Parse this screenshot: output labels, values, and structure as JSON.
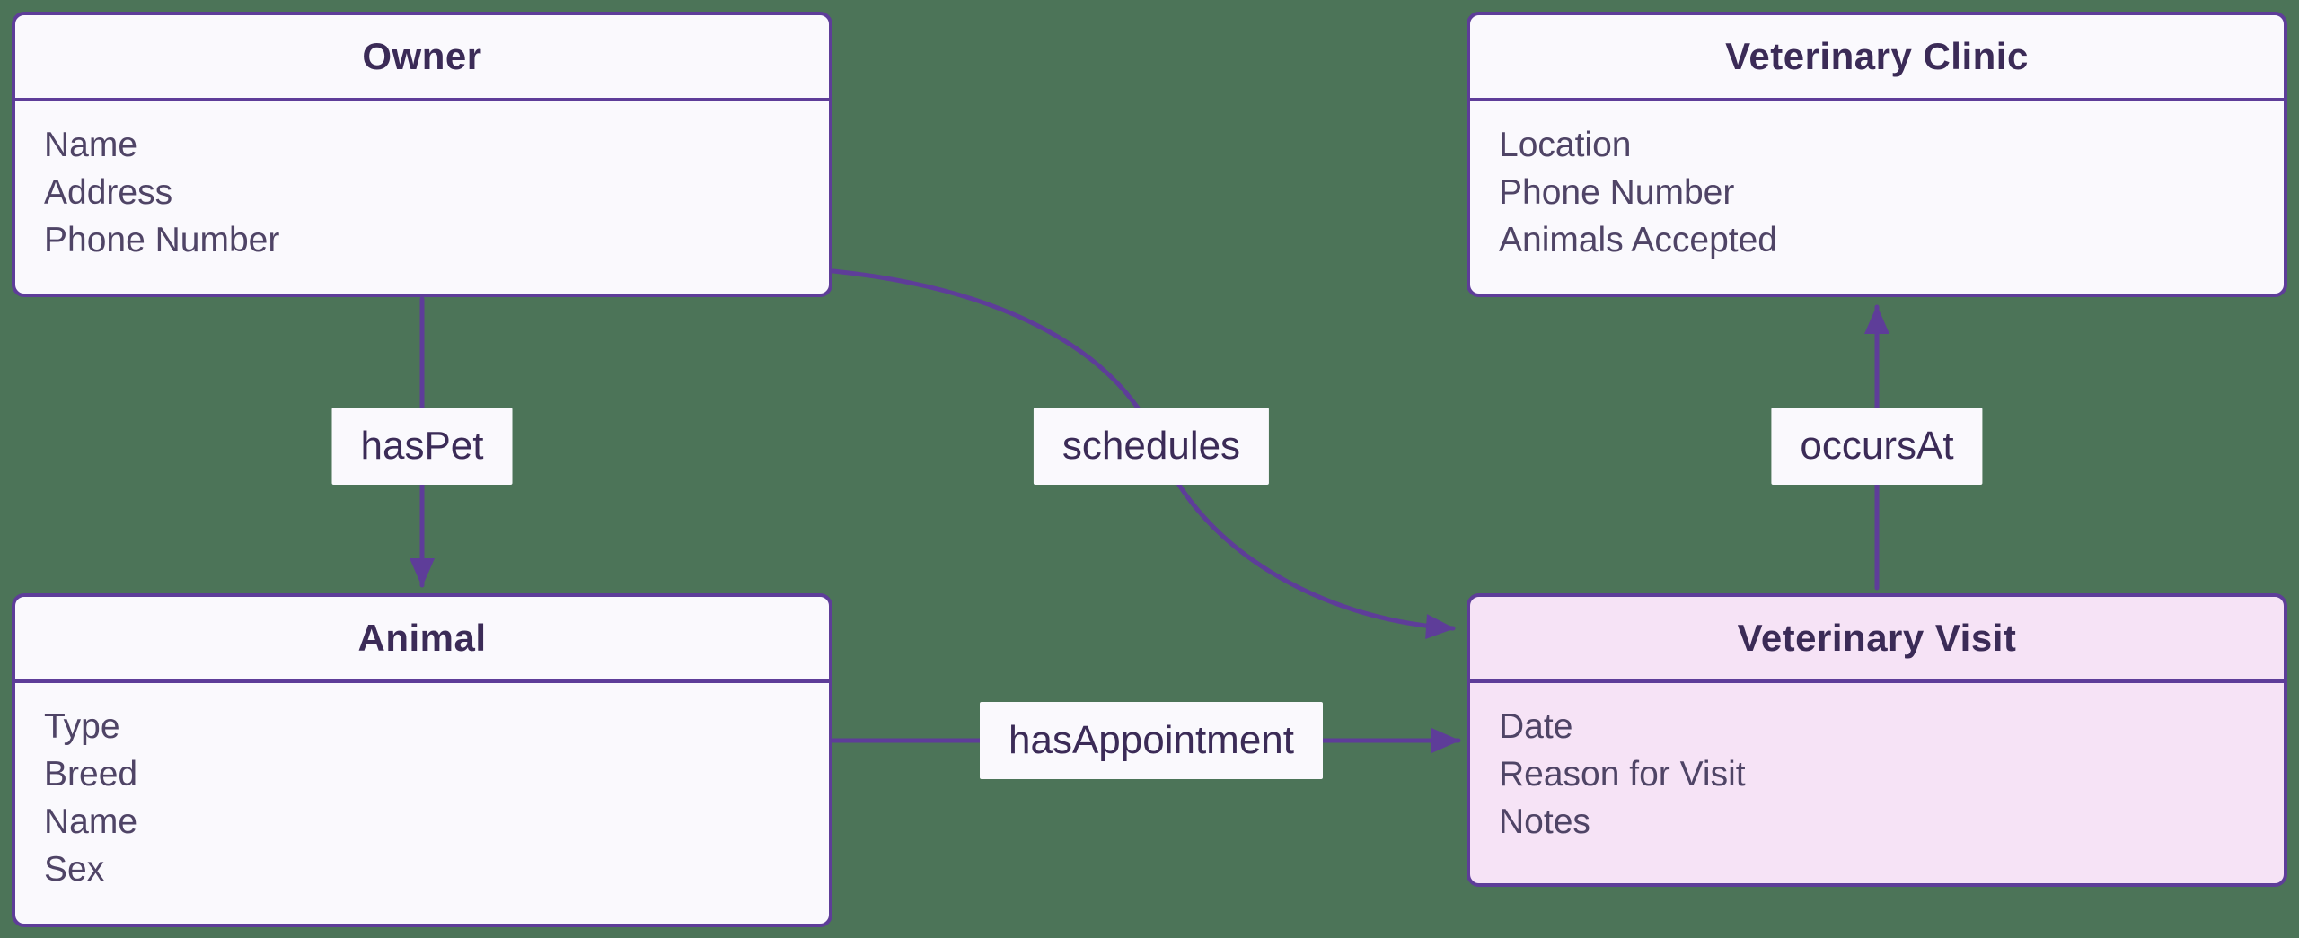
{
  "diagram": {
    "type": "entity-relationship",
    "colors": {
      "background": "#4c7458",
      "accent": "#5e3d99",
      "node_fill": "#faf9fd",
      "highlight_fill": "#f6e3f6",
      "title_text": "#3b2b57",
      "attribute_text": "#4f4466"
    },
    "entities": [
      {
        "id": "owner",
        "title": "Owner",
        "attributes": [
          "Name",
          "Address",
          "Phone Number"
        ]
      },
      {
        "id": "clinic",
        "title": "Veterinary Clinic",
        "attributes": [
          "Location",
          "Phone Number",
          "Animals Accepted"
        ]
      },
      {
        "id": "animal",
        "title": "Animal",
        "attributes": [
          "Type",
          "Breed",
          "Name",
          "Sex"
        ]
      },
      {
        "id": "visit",
        "title": "Veterinary Visit",
        "attributes": [
          "Date",
          "Reason for Visit",
          "Notes"
        ],
        "highlighted": true
      }
    ],
    "relationships": [
      {
        "label": "hasPet",
        "from": "owner",
        "to": "animal"
      },
      {
        "label": "schedules",
        "from": "owner",
        "to": "visit"
      },
      {
        "label": "hasAppointment",
        "from": "animal",
        "to": "visit"
      },
      {
        "label": "occursAt",
        "from": "visit",
        "to": "clinic"
      }
    ]
  }
}
